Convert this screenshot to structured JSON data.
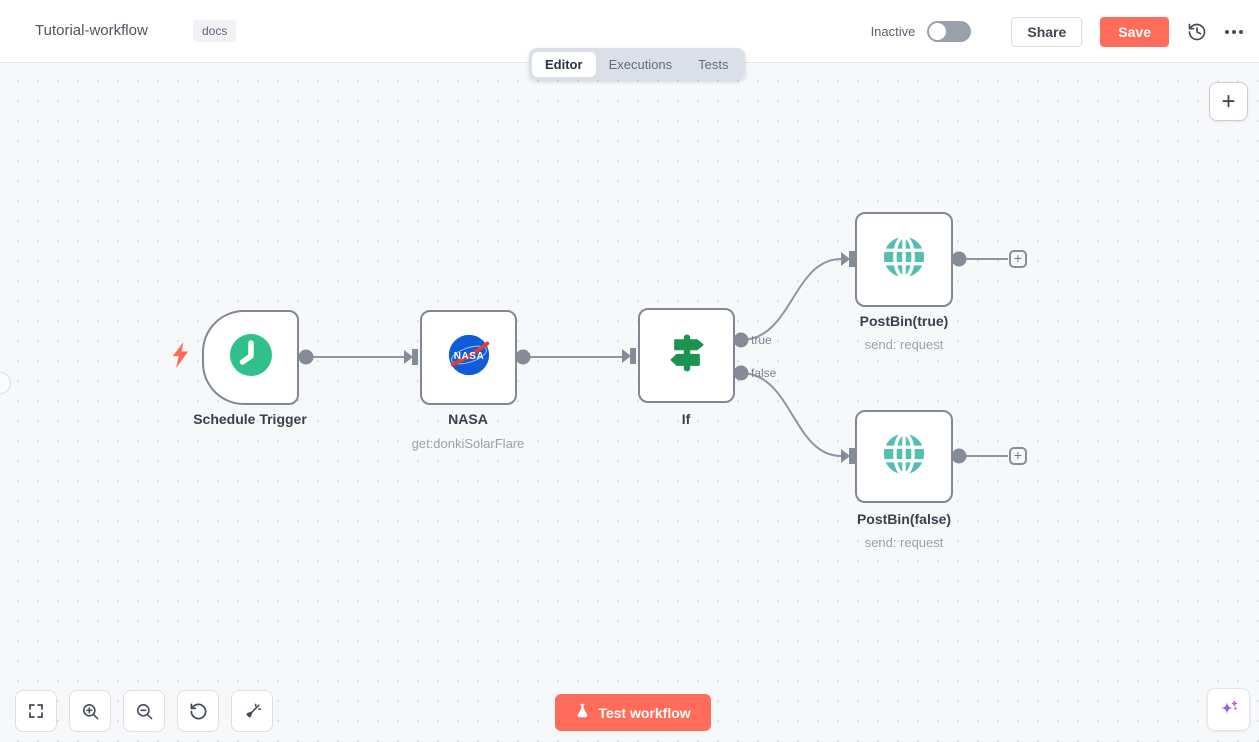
{
  "header": {
    "title": "Tutorial-workflow",
    "tag": "docs",
    "status": "Inactive",
    "share": "Share",
    "save": "Save"
  },
  "tabs": {
    "editor": "Editor",
    "executions": "Executions",
    "tests": "Tests"
  },
  "nodes": {
    "schedule": {
      "name": "Schedule Trigger",
      "type": "schedule-trigger"
    },
    "nasa": {
      "name": "NASA",
      "subtitle": "get:donkiSolarFlare"
    },
    "if": {
      "name": "If",
      "out_true": "true",
      "out_false": "false"
    },
    "postbin_true": {
      "name": "PostBin(true)",
      "subtitle": "send: request"
    },
    "postbin_false": {
      "name": "PostBin(false)",
      "subtitle": "send: request"
    }
  },
  "footer": {
    "test_button": "Test workflow"
  },
  "icons": {
    "plus": "+"
  },
  "colors": {
    "accent": "#ff6d5a",
    "connection_gray": "#9096a1",
    "node_border": "#828893",
    "clock_green": "#2fc08c",
    "if_green": "#1e9350",
    "globe_teal": "#54bfb1",
    "nasa_blue": "#105bd8",
    "nasa_red": "#e23b32",
    "canvas_bg": "#f7f8fa"
  }
}
